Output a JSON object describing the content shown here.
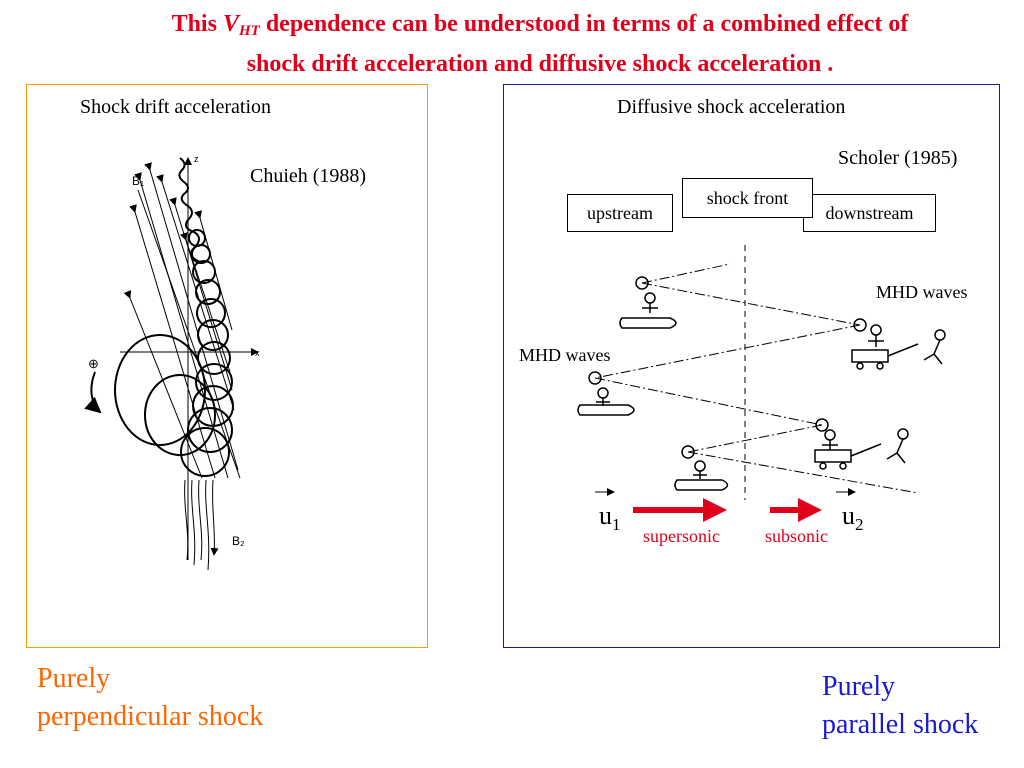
{
  "header": {
    "title_prefix": "This ",
    "v_symbol": "V",
    "v_subscript": "HT",
    "title_rest": " dependence can be understood in terms of  a combined effect of",
    "title_line2": "shock drift acceleration and diffusive shock acceleration ."
  },
  "left_panel": {
    "heading": "Shock drift acceleration",
    "citation": "Chuieh (1988)",
    "axis_z": "z",
    "axis_x": "x",
    "field_b1": "B₁",
    "field_b2": "B₂",
    "ion_symbol": "⊕",
    "caption_line1": "Purely",
    "caption_line2": "perpendicular shock"
  },
  "right_panel": {
    "heading": "Diffusive shock acceleration",
    "citation": "Scholer (1985)",
    "upstream": "upstream",
    "shock_front": "shock front",
    "downstream": "downstream",
    "mhd_waves_upper": "MHD waves",
    "mhd_waves_lower": "MHD waves",
    "u1_symbol": "u",
    "u1_sub": "1",
    "u2_symbol": "u",
    "u2_sub": "2",
    "supersonic": "supersonic",
    "subsonic": "subsonic",
    "caption_line1": "Purely",
    "caption_line2": "parallel shock"
  },
  "colors": {
    "title": "#e0001b",
    "left_frame": "#f3a000",
    "right_frame": "#1a1aa8",
    "left_caption": "#ff6600",
    "right_caption": "#1a1ad0",
    "flow_arrow": "#e0001b"
  }
}
